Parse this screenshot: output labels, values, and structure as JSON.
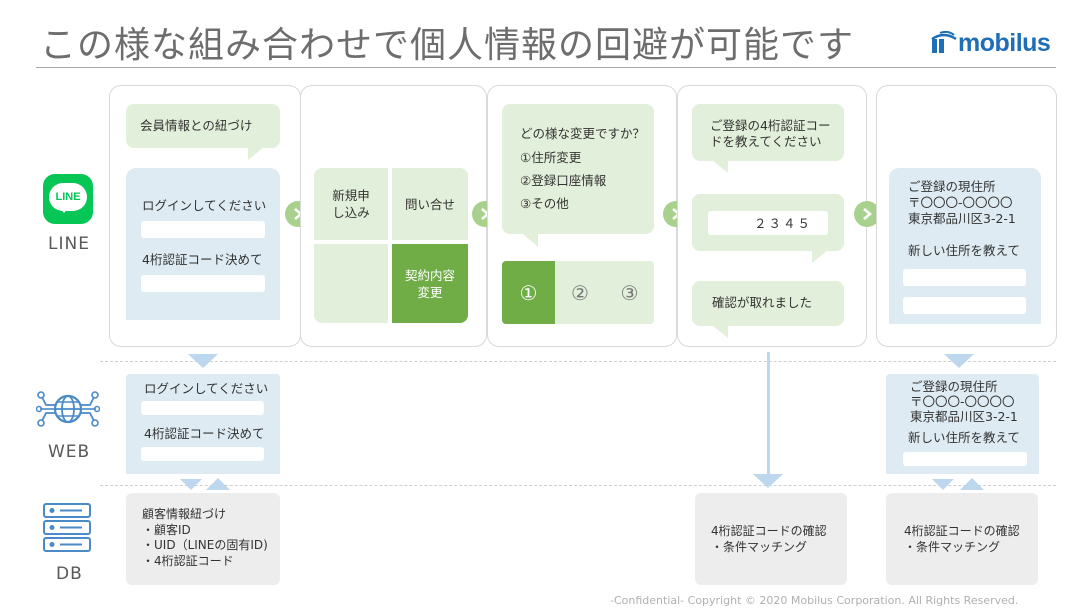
{
  "title": "この様な組み合わせで個人情報の回避が可能です",
  "logo": "mobilus",
  "rows": {
    "line": "LINE",
    "web": "WEB",
    "db": "DB"
  },
  "panel1": {
    "bubble": "会員情報との紐づけ",
    "login": "ログインしてください",
    "code": "4桁認証コード決めて"
  },
  "panel2": {
    "cells": [
      "新規申\nし込み",
      "問い合せ",
      "",
      "契約内容\n変更"
    ]
  },
  "panel3": {
    "question": "どの様な変更ですか？",
    "options": [
      "①住所変更",
      "②登録口座情報",
      "③その他"
    ],
    "buttons": [
      "①",
      "②",
      "③"
    ]
  },
  "panel4": {
    "ask": "ご登録の4桁認証コードを教えてください",
    "ask_l1": "ご登録の4桁認証コー",
    "ask_l2": "ドを教えてください",
    "code_value": "２３４５",
    "confirm": "確認が取れました"
  },
  "panel5": {
    "l1": "ご登録の現住所",
    "l2": "〒〇〇〇-〇〇〇〇",
    "l3": "東京都品川区3-2-1",
    "l4": "新しい住所を教えて"
  },
  "web1": {
    "login": "ログインしてください",
    "code": "4桁認証コード決めて"
  },
  "web2": {
    "l1": "ご登録の現住所",
    "l2": "〒〇〇〇-〇〇〇〇",
    "l3": "東京都品川区3-2-1",
    "l4": "新しい住所を教えて"
  },
  "db1": {
    "l1": "顧客情報紐づけ",
    "l2": "・顧客ID",
    "l3": "・UID（LINEの固有ID)",
    "l4": "・4桁認証コード"
  },
  "db2": {
    "l1": "4桁認証コードの確認",
    "l2": "・条件マッチング"
  },
  "db3": {
    "l1": "4桁認証コードの確認",
    "l2": "・条件マッチング"
  },
  "footer": "-Confidential-  Copyright © 2020  Mobilus Corporation. All Rights Reserved.",
  "colors": {
    "green_dark": "#70ad47",
    "green_light": "#e2efda",
    "arrow_green": "#a9d18e",
    "blue_light": "#deebf2",
    "line_green": "#06c755",
    "icon_blue": "#4a8ac9"
  }
}
